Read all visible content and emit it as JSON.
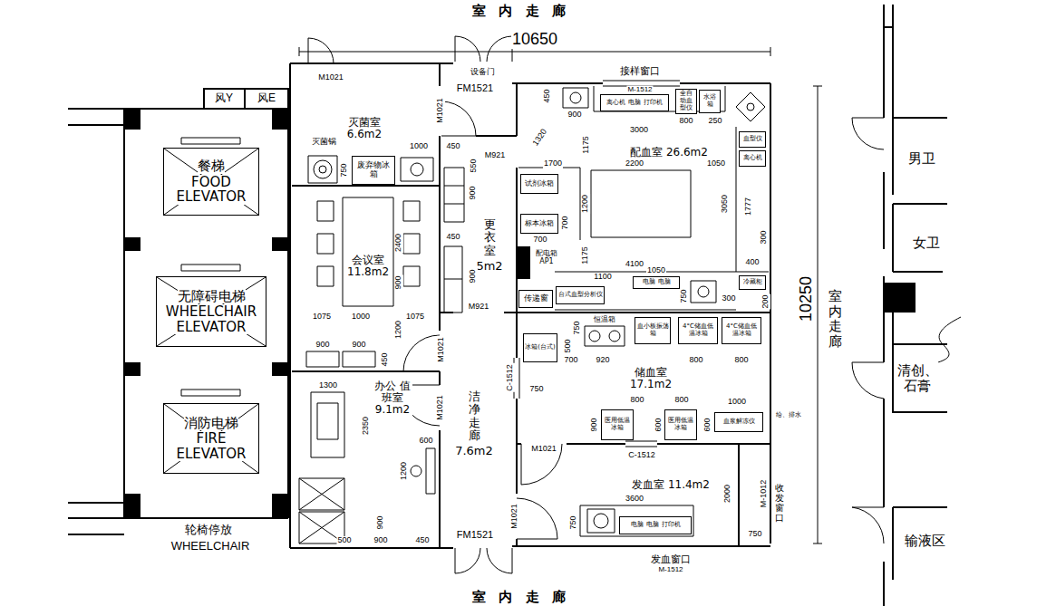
{
  "diagram": {
    "nodes": [
      {
        "text": [
          "餐梯",
          "FOOD ELEVATOR"
        ]
      },
      {
        "text": [
          "无障碍电梯",
          "WHEELCHAIR ELEVATOR"
        ]
      },
      {
        "text": [
          "消防电梯",
          "FIRE ELEVATOR"
        ]
      },
      {
        "text": [
          "灭菌室 6.6m2"
        ]
      },
      {
        "text": [
          "灭菌锅"
        ],
        "in": 3
      },
      {
        "text": [
          "废弃物冰箱"
        ],
        "in": 3
      },
      {
        "text": [
          "会议室 11.8m2"
        ]
      },
      {
        "text": [
          "办公 值班室 9.1m2"
        ]
      },
      {
        "text": [
          "更衣室",
          "5m2"
        ]
      },
      {
        "text": [
          "洁净走廊",
          "7.6m2"
        ]
      },
      {
        "text": [
          "配血室 26.6m2"
        ]
      },
      {
        "text": [
          "离心机",
          "电脑",
          "打印机"
        ],
        "in": 10
      },
      {
        "text": [
          "全自动血型仪"
        ],
        "in": 10
      },
      {
        "text": [
          "水浴箱"
        ],
        "in": 10
      },
      {
        "text": [
          "试剂冰箱"
        ],
        "in": 10
      },
      {
        "text": [
          "标本冰箱"
        ],
        "in": 10
      },
      {
        "text": [
          "血型仪"
        ],
        "in": 10
      },
      {
        "text": [
          "离心机"
        ],
        "in": 10
      },
      {
        "text": [
          "配电箱 AP1"
        ],
        "in": 10
      },
      {
        "text": [
          "传递窗"
        ],
        "in": 10
      },
      {
        "text": [
          "台式血型分析仪"
        ],
        "in": 10
      },
      {
        "text": [
          "电脑",
          "电脑"
        ],
        "in": 10
      },
      {
        "text": [
          "冷藏柜"
        ],
        "in": 10
      },
      {
        "text": [
          "储血室 17.1m2"
        ]
      },
      {
        "text": [
          "冰箱(台式)"
        ],
        "in": 23
      },
      {
        "text": [
          "恒温箱"
        ],
        "in": 23
      },
      {
        "text": [
          "血小板振荡箱"
        ],
        "in": 23
      },
      {
        "text": [
          "4°C储血低温冰箱"
        ],
        "in": 23
      },
      {
        "text": [
          "4°C储血低温冰箱"
        ],
        "in": 23
      },
      {
        "text": [
          "医用低温冰箱"
        ],
        "in": 23
      },
      {
        "text": [
          "医用低温冰箱"
        ],
        "in": 23
      },
      {
        "text": [
          "血浆解冻仪"
        ],
        "in": 23
      },
      {
        "text": [
          "发血室 11.4m2"
        ]
      },
      {
        "text": [
          "电脑",
          "电脑",
          "打印机"
        ],
        "in": 32
      },
      {
        "text": [
          "男卫"
        ]
      },
      {
        "text": [
          "女卫"
        ]
      },
      {
        "text": [
          "清创、石膏"
        ]
      },
      {
        "text": [
          "输液区"
        ]
      }
    ],
    "labels": [
      "室 内 走 廊",
      "10650",
      "风Y",
      "风E",
      "M1021",
      "设备门",
      "FM1521",
      "接样窗口",
      "M-1512",
      "450",
      "900",
      "1320",
      "3000",
      "800",
      "250",
      "1175",
      "1700",
      "2200",
      "1050",
      "1200",
      "3050",
      "1777",
      "700",
      "700",
      "1175",
      "4100",
      "300",
      "400",
      "1100",
      "1050",
      "750",
      "300",
      "200",
      "1000",
      "450",
      "750",
      "550",
      "M1021",
      "M921",
      "900",
      "450",
      "900",
      "2400",
      "900",
      "1075",
      "1000",
      "1075",
      "1200",
      "M921",
      "900",
      "900",
      "450",
      "M1021",
      "1300",
      "2350",
      "600",
      "1200",
      "900",
      "500",
      "900",
      "450",
      "M1021",
      "FM1521",
      "M1021",
      "C-1512",
      "750",
      "750",
      "500",
      "700",
      "920",
      "800",
      "800",
      "800",
      "800",
      "1000",
      "900",
      "600",
      "600",
      "M1021",
      "C-1512",
      "给、排水",
      "3600",
      "2000",
      "750",
      "750",
      "发血窗口",
      "M-1512",
      "M-1012",
      "收发窗口",
      "10250",
      "室内走廊",
      "轮椅停放",
      "WHEELCHAIR",
      "室 内 走 廊"
    ]
  }
}
